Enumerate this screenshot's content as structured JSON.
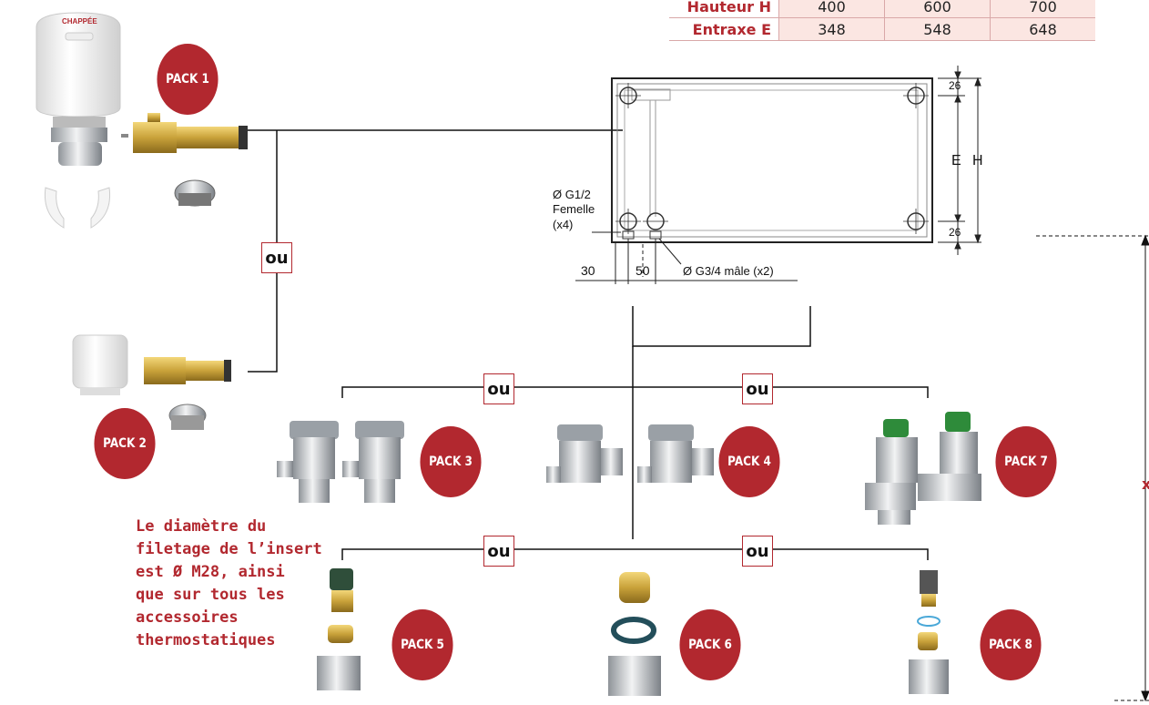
{
  "dimensions_table": {
    "rows": [
      {
        "label": "Hauteur H",
        "values": [
          "400",
          "600",
          "700"
        ]
      },
      {
        "label": "Entraxe E",
        "values": [
          "348",
          "548",
          "648"
        ]
      }
    ]
  },
  "packs": [
    "PACK 1",
    "PACK 2",
    "PACK 3",
    "PACK 4",
    "PACK 5",
    "PACK 6",
    "PACK 7",
    "PACK 8"
  ],
  "ou_label": "ou",
  "radiator": {
    "dim_26_top": "26",
    "dim_26_bottom": "26",
    "label_e": "E",
    "label_h": "H",
    "inlet_line1": "Ø G1/2",
    "inlet_line2": "Femelle",
    "inlet_line3": "(x4)",
    "dim_30": "30",
    "dim_50": "50",
    "outlet": "Ø G3/4 mâle (x2)"
  },
  "brand": "CHAPPÉE",
  "note": "Le diamètre du\nfiletage de l’insert\nest Ø M28, ainsi\nque sur tous les\naccessoires\nthermostatiques",
  "right_axis_label": "x",
  "colors": {
    "accent": "#b2282f",
    "brass": "#c9a23a",
    "chrome": "#c8ccd0",
    "green": "#2e8b3a"
  }
}
